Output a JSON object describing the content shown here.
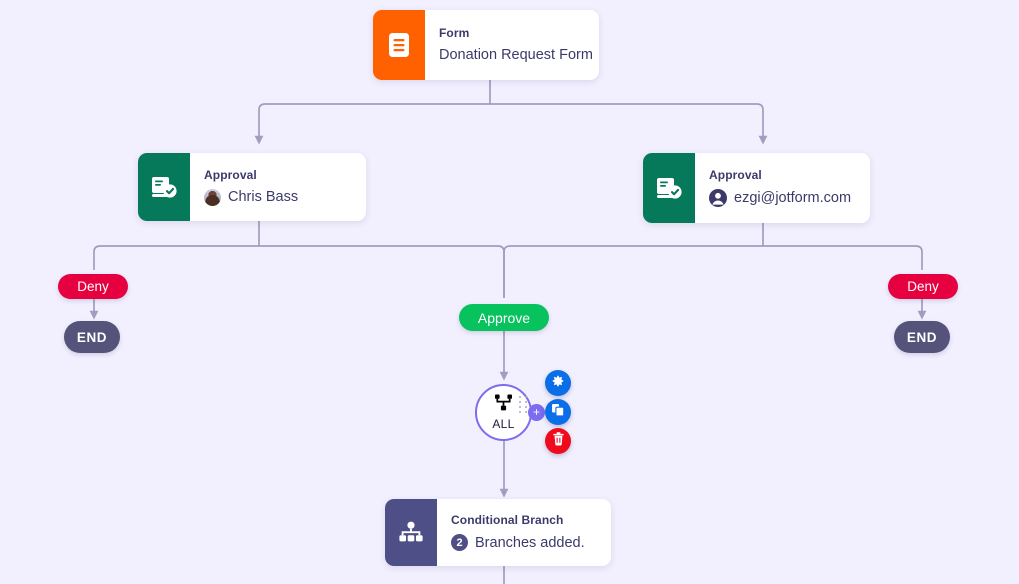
{
  "canvas": {
    "background": "#f2f0fe",
    "edge_color": "#a09dbe"
  },
  "nodes": {
    "form": {
      "type_label": "Form",
      "name": "Donation Request Form",
      "icon": "form-document-icon",
      "accent": "#ff6100"
    },
    "approval_left": {
      "type_label": "Approval",
      "assignee": "Chris Bass",
      "icon": "approval-check-icon",
      "avatar": "photo-avatar",
      "accent": "#06795b"
    },
    "approval_right": {
      "type_label": "Approval",
      "assignee": "ezgi@jotform.com",
      "icon": "approval-check-icon",
      "avatar": "person-circle-icon",
      "accent": "#06795b"
    },
    "merge_all": {
      "label": "ALL",
      "icon": "merge-junction-icon",
      "accent": "#7b6cf0",
      "add_label": "+"
    },
    "conditional_branch": {
      "type_label": "Conditional Branch",
      "count": "2",
      "summary": "Branches added.",
      "icon": "hierarchy-branch-icon",
      "accent": "#4f4f87"
    }
  },
  "badges": {
    "deny_left": "Deny",
    "deny_right": "Deny",
    "approve": "Approve",
    "end_left": "END",
    "end_right": "END",
    "deny_color": "#e60040",
    "approve_color": "#08c25e",
    "end_color": "#55537a"
  },
  "actions": {
    "settings": "settings-gear-icon",
    "duplicate": "duplicate-copy-icon",
    "delete": "delete-trash-icon",
    "settings_color": "#0a6ee8",
    "duplicate_color": "#0a6ee8",
    "delete_color": "#f00a1e"
  }
}
